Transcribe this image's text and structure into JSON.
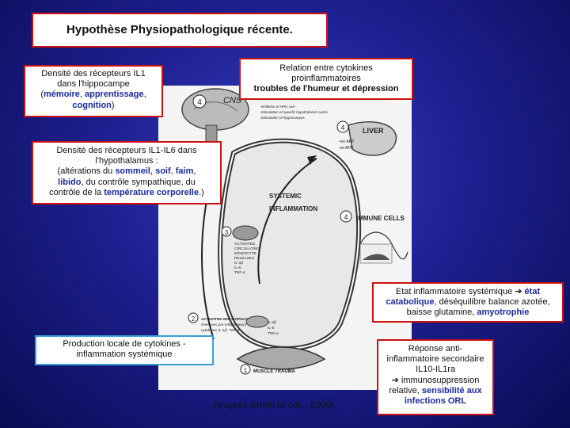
{
  "title": "Hypothèse Physiopathologique récente.",
  "box_il1": {
    "line1": "Densité des récepteurs IL1",
    "line2": "dans l'hippocampe",
    "open": "(",
    "b1": "mémoire",
    "sep": ", ",
    "b2": "apprentissage",
    "comma": ",",
    "b3": "cognition",
    "close": ")"
  },
  "box_cytokines": {
    "line1": "Relation entre cytokines",
    "line2": "proinflammatoires",
    "line3": "troubles de l'humeur et dépression"
  },
  "box_hypothalamus": {
    "line1": "Densité des récepteurs IL1-IL6 dans",
    "line2": "l'hypothalamus :",
    "t1": "(altérations du ",
    "b1": "sommeil",
    "t2": ", ",
    "b2": "soif",
    "t3": ", ",
    "b3": "faim",
    "t4": ",",
    "b4": "libido",
    "t5": ", du contrôle sympathique, du",
    "t6": "contrôle de la ",
    "b5": "température corporelle",
    "t7": ".)"
  },
  "box_catabolic": {
    "t1": "Etat inflammatoire systémique ",
    "arrow": "➔",
    "b1": " état",
    "b2": "catabolique",
    "t2": ", déséquilibre balance azotée,",
    "t3": "baisse glutamine, ",
    "b3": "amyotrophie"
  },
  "box_local": {
    "line1": "Production locale de cytokines -",
    "line2": "inflammation systémique"
  },
  "box_antiinflam": {
    "line1": "Réponse anti-",
    "line2": "inflammatoire secondaire",
    "line3": "IL10-IL1ra",
    "arrow": "➔",
    "line4": " immunosuppression",
    "line5": "relative, ",
    "b1": "sensibilité aux",
    "b2": "infections ORL"
  },
  "credit": "(d'après Smith et coll., 2000)",
  "diagram": {
    "cns": "CNS",
    "cns_num": "4",
    "cns_notes": [
      "-Inhibition of HPG axis",
      "-Stimulation of specific hypothalamic nuclei",
      "-Stimulation of hippocampus"
    ],
    "liver": "LIVER",
    "liver_num": "4",
    "liver_notes": [
      "+ve APP",
      "-ve APP"
    ],
    "systemic1": "SYSTEMIC",
    "systemic2": "INFLAMMATION",
    "immune": "IMMUNE CELLS",
    "immune_num": "4",
    "monocyte_num": "3",
    "monocyte_lines": [
      "ACTIVATED",
      "CIRCULATING",
      "MONOCYTE",
      "RELEASES",
      "IL-1β",
      "IL-6",
      "TNF-α"
    ],
    "macrophage_num": "2",
    "macrophage_lines": [
      "ACTIVATED MACROPHAGE",
      "Releases pro-inflammatory",
      "cytokines IL-1β, TNF-α"
    ],
    "trauma_num": "1",
    "trauma": "MUSCLE TRAUMA",
    "side_labels": [
      "IL-1β",
      "IL-6",
      "TNF-α"
    ]
  }
}
